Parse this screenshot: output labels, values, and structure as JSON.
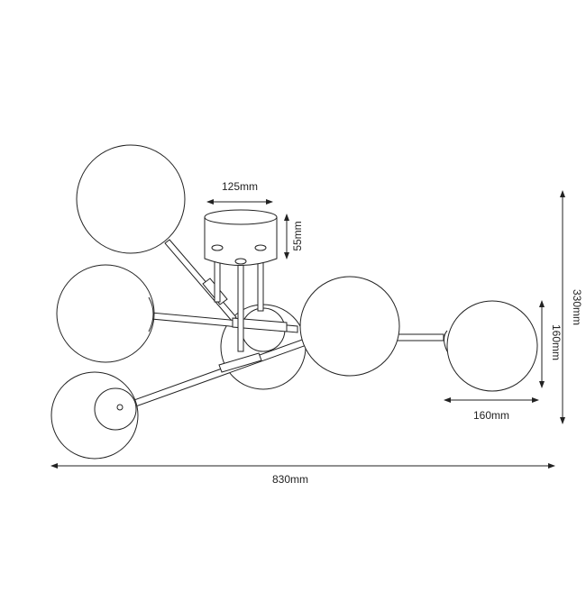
{
  "dimensions": {
    "canopy_width": "125mm",
    "canopy_height": "55mm",
    "total_height": "330mm",
    "globe_height": "160mm",
    "globe_width": "160mm",
    "total_width": "830mm"
  }
}
